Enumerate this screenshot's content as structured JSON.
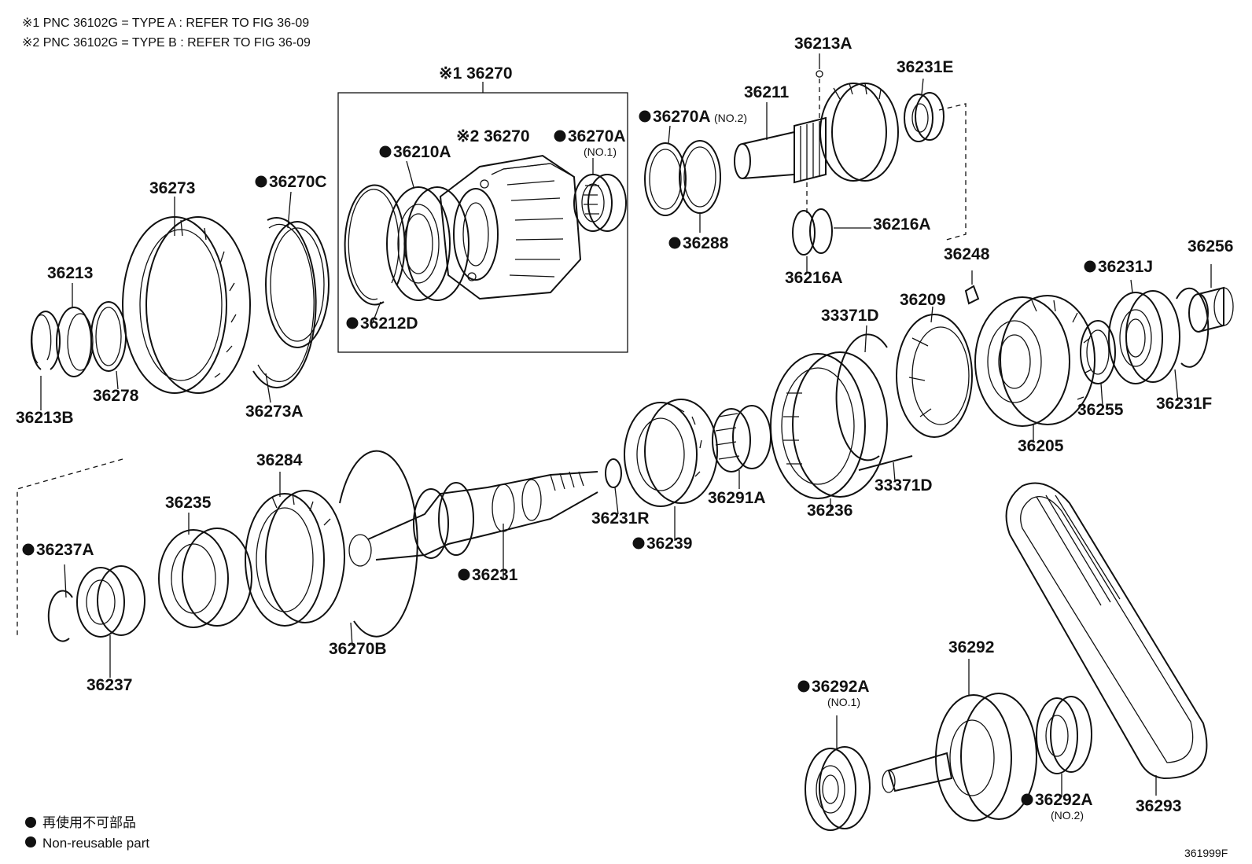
{
  "notes": [
    "※1 PNC 36102G = TYPE A : REFER TO FIG 36-09",
    "※2 PNC 36102G = TYPE B : REFER TO FIG 36-09"
  ],
  "callouts": [
    {
      "id": "c36213A",
      "text": "36213A",
      "dot": false
    },
    {
      "id": "c36231E",
      "text": "36231E",
      "dot": false
    },
    {
      "id": "c36270t",
      "text": "※1 36270",
      "dot": false
    },
    {
      "id": "c36211",
      "text": "36211",
      "dot": false
    },
    {
      "id": "c36270Ah",
      "text": "36270A",
      "dot": true,
      "sub": "(NO.2)"
    },
    {
      "id": "c36270i",
      "text": "※2 36270",
      "dot": false
    },
    {
      "id": "c36270An",
      "text": "36270A",
      "dot": true,
      "sub": "(NO.1)"
    },
    {
      "id": "c36210A",
      "text": "36210A",
      "dot": true
    },
    {
      "id": "c36273",
      "text": "36273",
      "dot": false
    },
    {
      "id": "c36270C",
      "text": "36270C",
      "dot": true
    },
    {
      "id": "c36216Ar",
      "text": "36216A",
      "dot": false
    },
    {
      "id": "c36288",
      "text": "36288",
      "dot": true
    },
    {
      "id": "c36256",
      "text": "36256",
      "dot": false
    },
    {
      "id": "c36248",
      "text": "36248",
      "dot": false
    },
    {
      "id": "c36231J",
      "text": "36231J",
      "dot": true
    },
    {
      "id": "c36216Ab",
      "text": "36216A",
      "dot": false
    },
    {
      "id": "c36213",
      "text": "36213",
      "dot": false
    },
    {
      "id": "c36209",
      "text": "36209",
      "dot": false
    },
    {
      "id": "c33371Dt",
      "text": "33371D",
      "dot": false
    },
    {
      "id": "c36212D",
      "text": "36212D",
      "dot": true
    },
    {
      "id": "c36278",
      "text": "36278",
      "dot": false
    },
    {
      "id": "c36231F",
      "text": "36231F",
      "dot": false
    },
    {
      "id": "c36255",
      "text": "36255",
      "dot": false
    },
    {
      "id": "c36213B",
      "text": "36213B",
      "dot": false
    },
    {
      "id": "c36273A",
      "text": "36273A",
      "dot": false
    },
    {
      "id": "c36205",
      "text": "36205",
      "dot": false
    },
    {
      "id": "c36284",
      "text": "36284",
      "dot": false
    },
    {
      "id": "c33371Db",
      "text": "33371D",
      "dot": false
    },
    {
      "id": "c36235",
      "text": "36235",
      "dot": false
    },
    {
      "id": "c36291A",
      "text": "36291A",
      "dot": false
    },
    {
      "id": "c36231R",
      "text": "36231R",
      "dot": false
    },
    {
      "id": "c36236",
      "text": "36236",
      "dot": false
    },
    {
      "id": "c36237A",
      "text": "36237A",
      "dot": true
    },
    {
      "id": "c36239",
      "text": "36239",
      "dot": true
    },
    {
      "id": "c36231",
      "text": "36231",
      "dot": true
    },
    {
      "id": "c36270B",
      "text": "36270B",
      "dot": false
    },
    {
      "id": "c36292",
      "text": "36292",
      "dot": false
    },
    {
      "id": "c36237",
      "text": "36237",
      "dot": false
    },
    {
      "id": "c36292An",
      "text": "36292A",
      "dot": true,
      "sub": "(NO.1)"
    },
    {
      "id": "c36292Ah",
      "text": "36292A",
      "dot": true,
      "sub": "(NO.2)"
    },
    {
      "id": "c36293",
      "text": "36293",
      "dot": false
    }
  ],
  "legend": {
    "jp": "再使用不可部品",
    "en": "Non-reusable part"
  },
  "figure_code": "361999F"
}
